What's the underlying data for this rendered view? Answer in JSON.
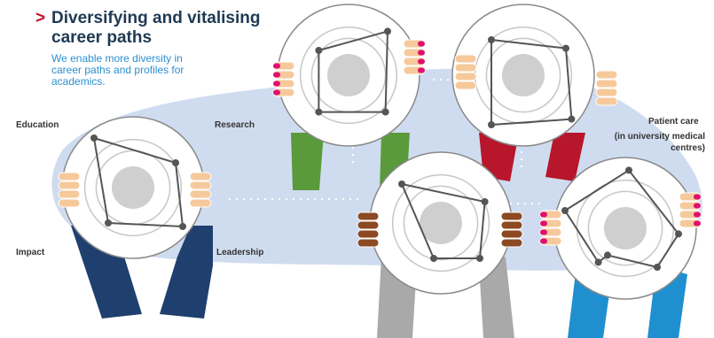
{
  "header": {
    "chevron": ">",
    "title": "Diversifying and vitalising career paths",
    "subtitle": "We enable more diversity in career paths and profiles for academics."
  },
  "labels": {
    "education": "Education",
    "research": "Research",
    "impact": "Impact",
    "leadership": "Leadership",
    "patient_care": "Patient care",
    "patient_care_sub": "(in university medical centres)"
  },
  "colors": {
    "title": "#1f3a52",
    "accent_red": "#c8102e",
    "subtitle": "#2b8fd0",
    "background_blob": "#cfdcf0",
    "sleeve_navy": "#1f3f6e",
    "sleeve_green": "#5a9a3a",
    "sleeve_red": "#b8162a",
    "sleeve_grey": "#a9a9a9",
    "sleeve_blue": "#1f8fd0",
    "skin_light": "#f6c99c",
    "skin_dark": "#8b4a22",
    "nail_pink": "#e0106e"
  },
  "icons": {
    "plate": "plate-icon",
    "hand": "hand-icon",
    "sleeve": "sleeve-icon"
  }
}
